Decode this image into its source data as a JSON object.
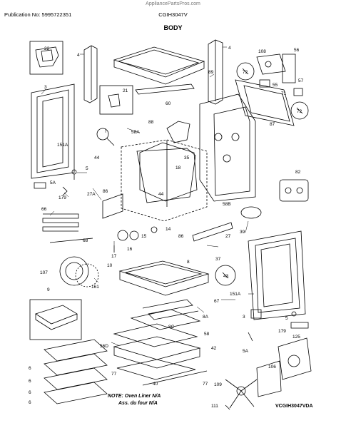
{
  "header": {
    "watermark": "AppliancePartsPros.com",
    "publication": "Publication No: 5995722351",
    "model": "CGIH3047V",
    "section": "BODY"
  },
  "labels": {
    "p22": "22",
    "p4a": "4",
    "p4b": "4",
    "p108": "108",
    "p56": "56",
    "p72a": "72",
    "p3a": "3",
    "p89": "89",
    "p57": "57",
    "p55": "55",
    "p21": "21",
    "p71": "71",
    "p60": "60",
    "p72b": "72",
    "p88": "88",
    "p58a": "58A",
    "p87": "87",
    "p151a_l": "151A",
    "p44a": "44",
    "p35": "35",
    "p18": "18",
    "p5a": "5",
    "p82": "82",
    "p5a_l": "5A",
    "p179a": "179",
    "p27a": "27A",
    "p86a": "86",
    "p44b": "44",
    "p66": "66",
    "p58b": "58B",
    "p14": "14",
    "p68": "68",
    "p15": "15",
    "p39": "39",
    "p86b": "86",
    "p27": "27",
    "p16": "16",
    "p17": "17",
    "p37": "37",
    "p8": "8",
    "p10": "10",
    "p43": "43",
    "p107": "107",
    "p161": "161",
    "p9": "9",
    "p151a_r": "151A",
    "p67": "67",
    "p8a": "8A",
    "p3b": "3",
    "p5b": "5",
    "p8c": "8C",
    "p58": "58",
    "p179b": "179",
    "p125": "125",
    "p56d": "56D",
    "p42": "42",
    "p5a_r": "5A",
    "p77a": "77",
    "p40": "40",
    "p77b": "77",
    "p106": "106",
    "p6a": "6",
    "p6b": "6",
    "p6c": "6",
    "p6d": "6",
    "p109": "109",
    "p111": "111"
  },
  "note": {
    "line1": "NOTE: Oven Liner N/A",
    "line2": "Ass. du four N/A"
  },
  "drawing_id": "VCGIH3047VDA"
}
